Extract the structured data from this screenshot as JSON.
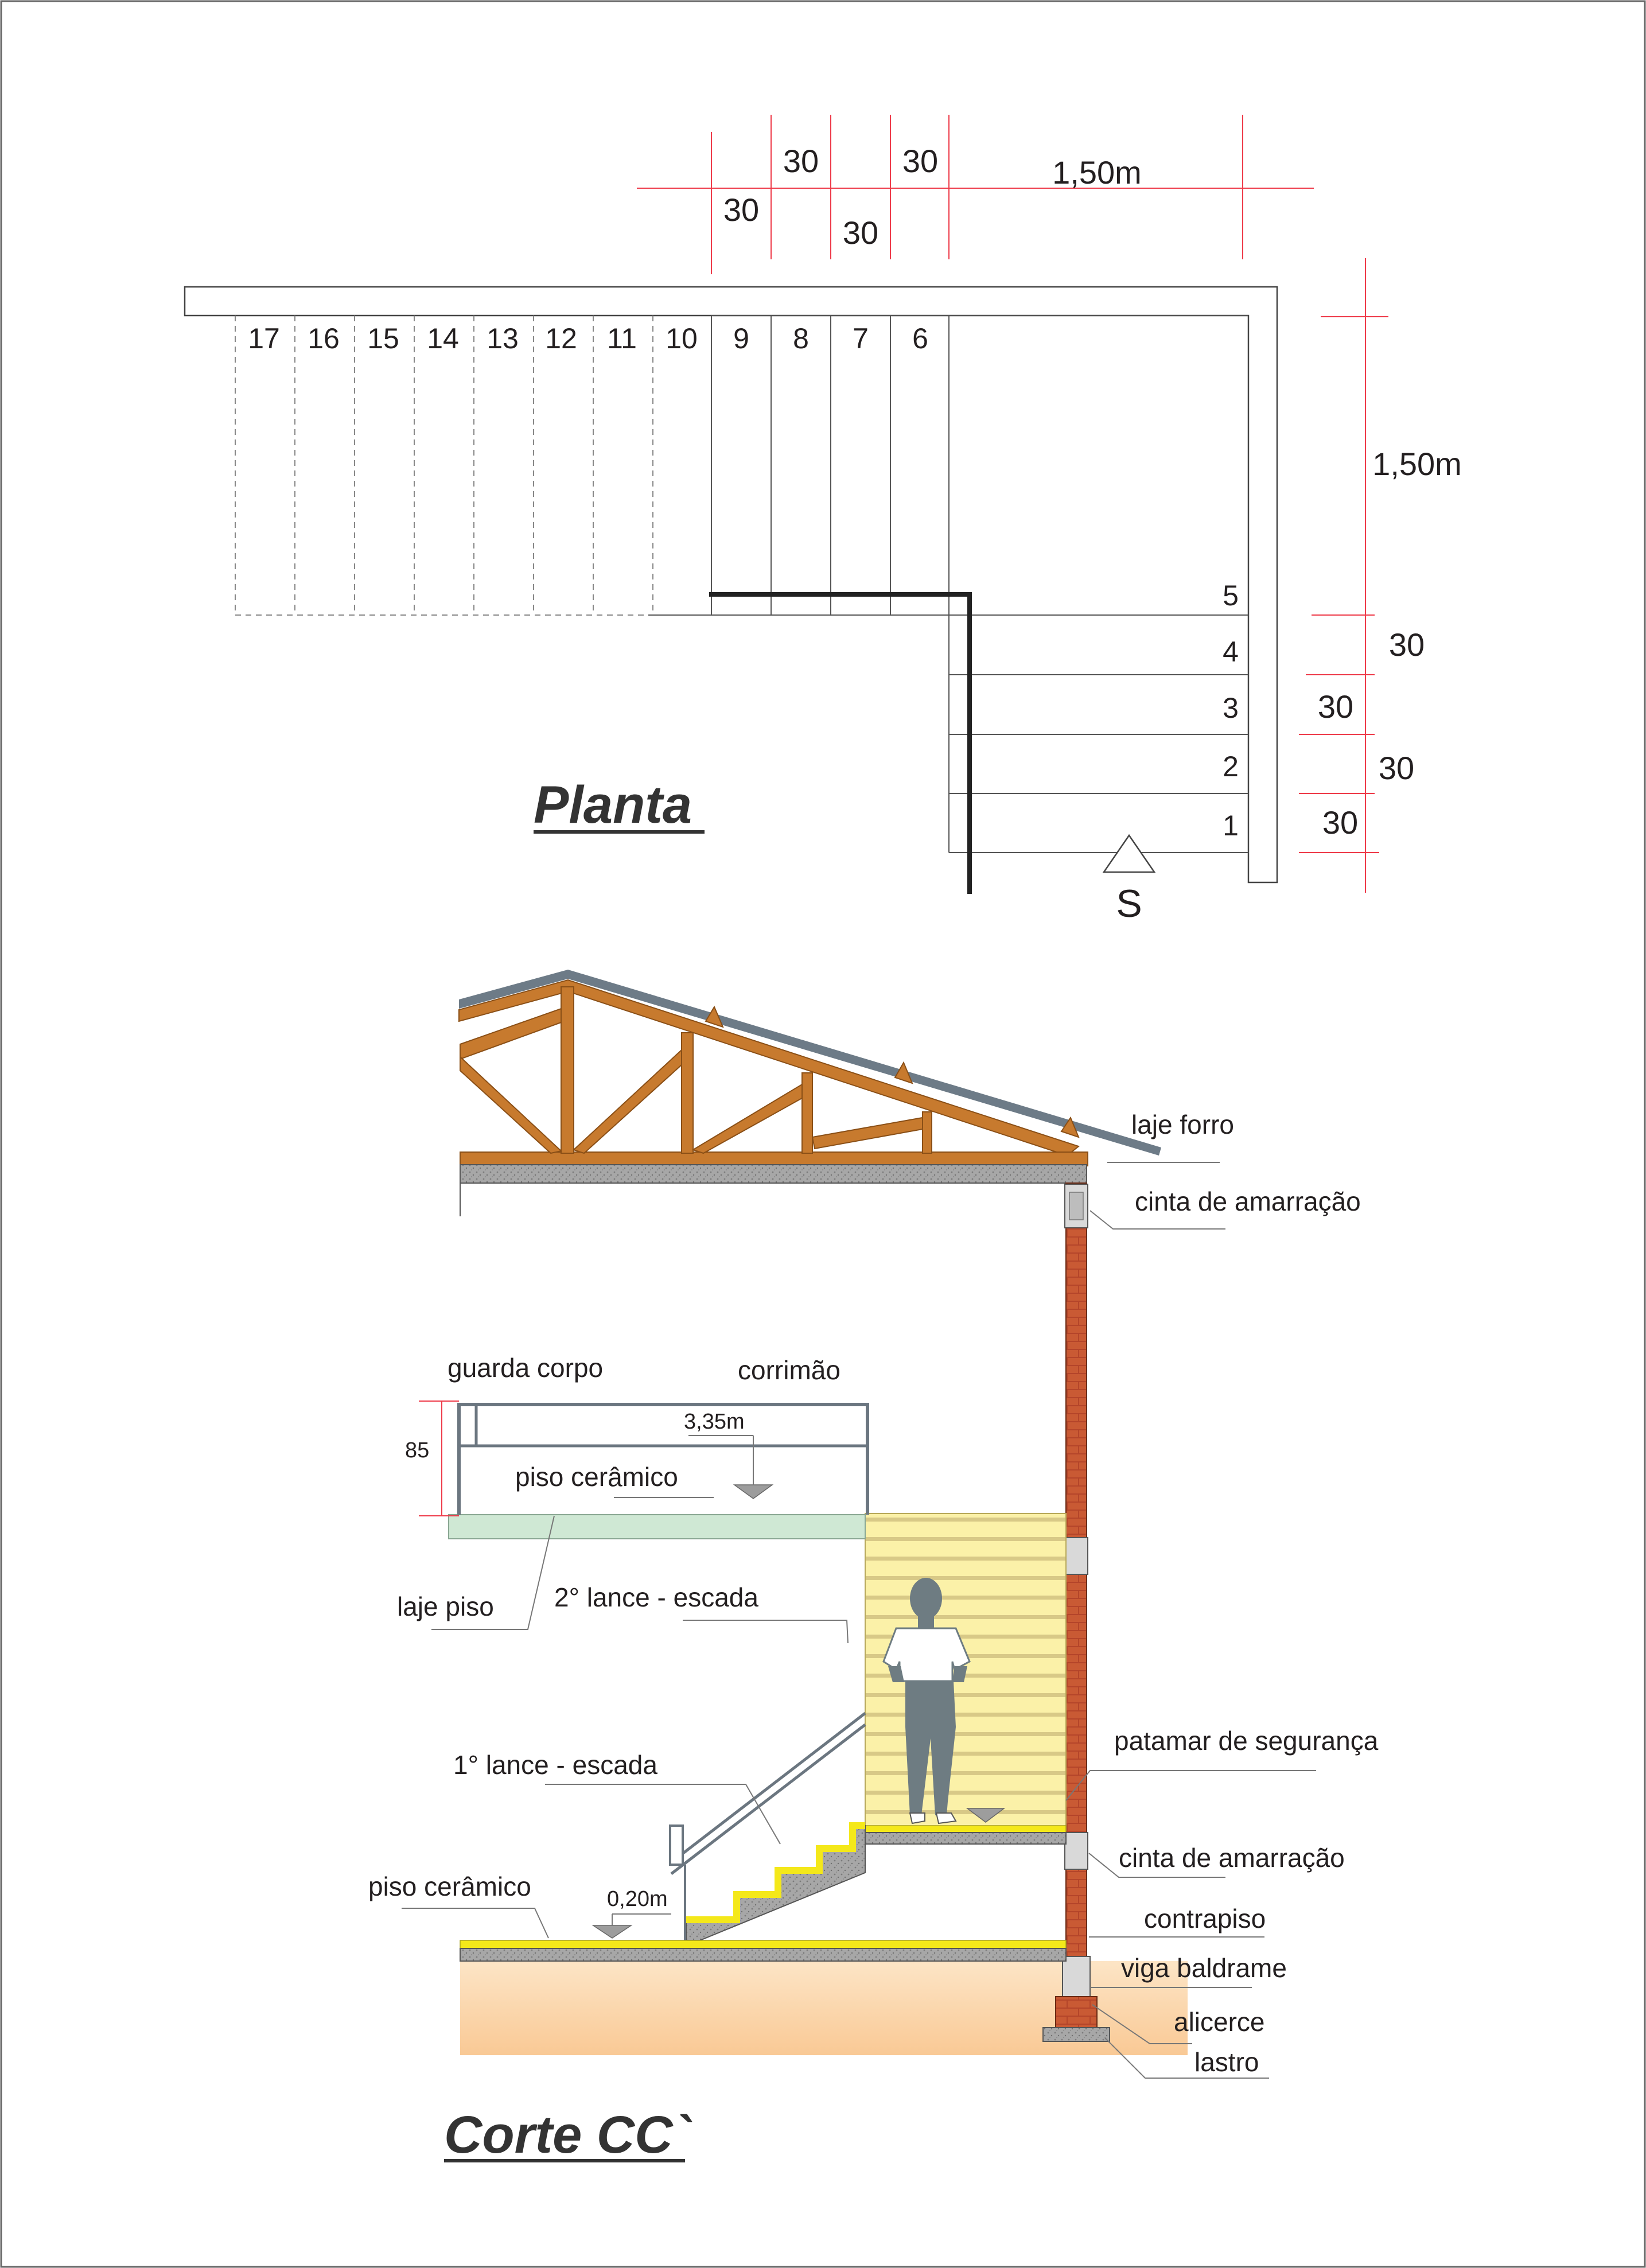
{
  "plan": {
    "title": "Planta",
    "exit_label": "S",
    "dims_top": {
      "a": "30",
      "b": "30",
      "c": "30",
      "d": "30",
      "span": "1,50m"
    },
    "dims_right": {
      "span": "1,50m",
      "a": "30",
      "b": "30",
      "c": "30",
      "d": "30"
    },
    "steps_row": [
      "17",
      "16",
      "15",
      "14",
      "13",
      "12",
      "11",
      "10",
      "9",
      "8",
      "7",
      "6"
    ],
    "steps_col": [
      "5",
      "4",
      "3",
      "2",
      "1"
    ]
  },
  "section": {
    "title": "Corte CC`",
    "labels": {
      "laje_forro": "laje forro",
      "cinta_top": "cinta de amarração",
      "guarda_corpo": "guarda corpo",
      "corrimao": "corrimão",
      "height_85": "85",
      "level_335": "3,35m",
      "piso_upper": "piso cerâmico",
      "laje_piso": "laje piso",
      "lance2": "2° lance - escada",
      "patamar": "patamar de segurança",
      "lance1": "1° lance - escada",
      "cinta_mid": "cinta de amarração",
      "piso_lower": "piso cerâmico",
      "level_020": "0,20m",
      "contrapiso": "contrapiso",
      "viga": "viga baldrame",
      "alicerce": "alicerce",
      "lastro": "lastro"
    }
  },
  "colors": {
    "timber": "#c77a2e",
    "timber_dark": "#8a4f16",
    "roof": "#6d7b87",
    "brick": "#c0502d",
    "concrete": "#9a9a9a",
    "tread": "#f4e81a",
    "wall_fill": "#fbf1a8",
    "slab_green": "#cfe8d4",
    "soil": "#fbdcb8",
    "person": "#6e7c82",
    "dim_red": "#ee3b4a"
  }
}
